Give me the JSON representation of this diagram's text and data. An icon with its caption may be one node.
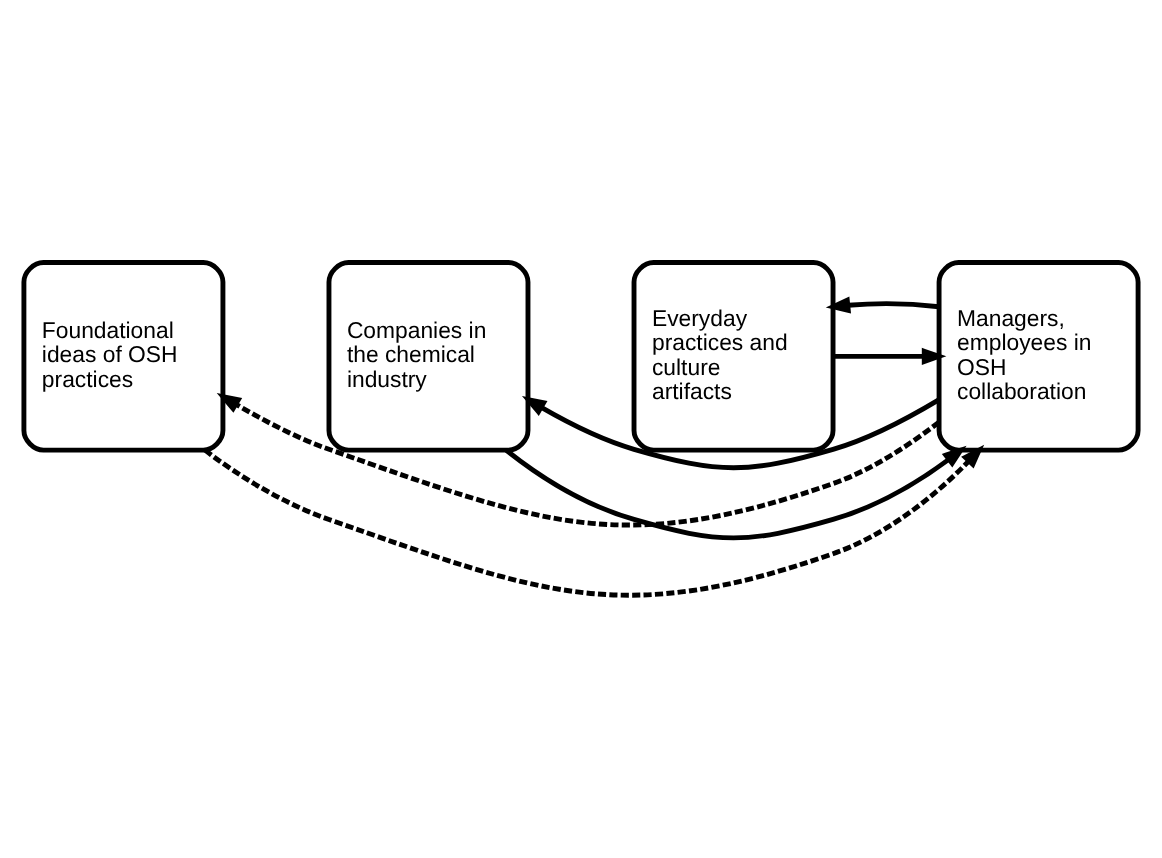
{
  "diagram": {
    "nodes": [
      {
        "text": [
          "Foundational ideas of OSH practices"
        ]
      },
      {
        "text": [
          "Companies in the chemical industry"
        ]
      },
      {
        "text": [
          "Everyday practices and culture artifacts"
        ]
      },
      {
        "text": [
          "Managers, employees in OSH collaboration"
        ]
      }
    ],
    "edges": [
      {
        "from": 0,
        "to": 3,
        "arrow": "to",
        "style": "dashed"
      },
      {
        "from": 1,
        "to": 3,
        "arrow": "to"
      },
      {
        "from": 2,
        "to": 3,
        "arrow": "to"
      },
      {
        "from": 3,
        "to": 0,
        "arrow": "to",
        "style": "dashed"
      },
      {
        "from": 3,
        "to": 1,
        "arrow": "to"
      },
      {
        "from": 3,
        "to": 2,
        "arrow": "to"
      }
    ]
  }
}
